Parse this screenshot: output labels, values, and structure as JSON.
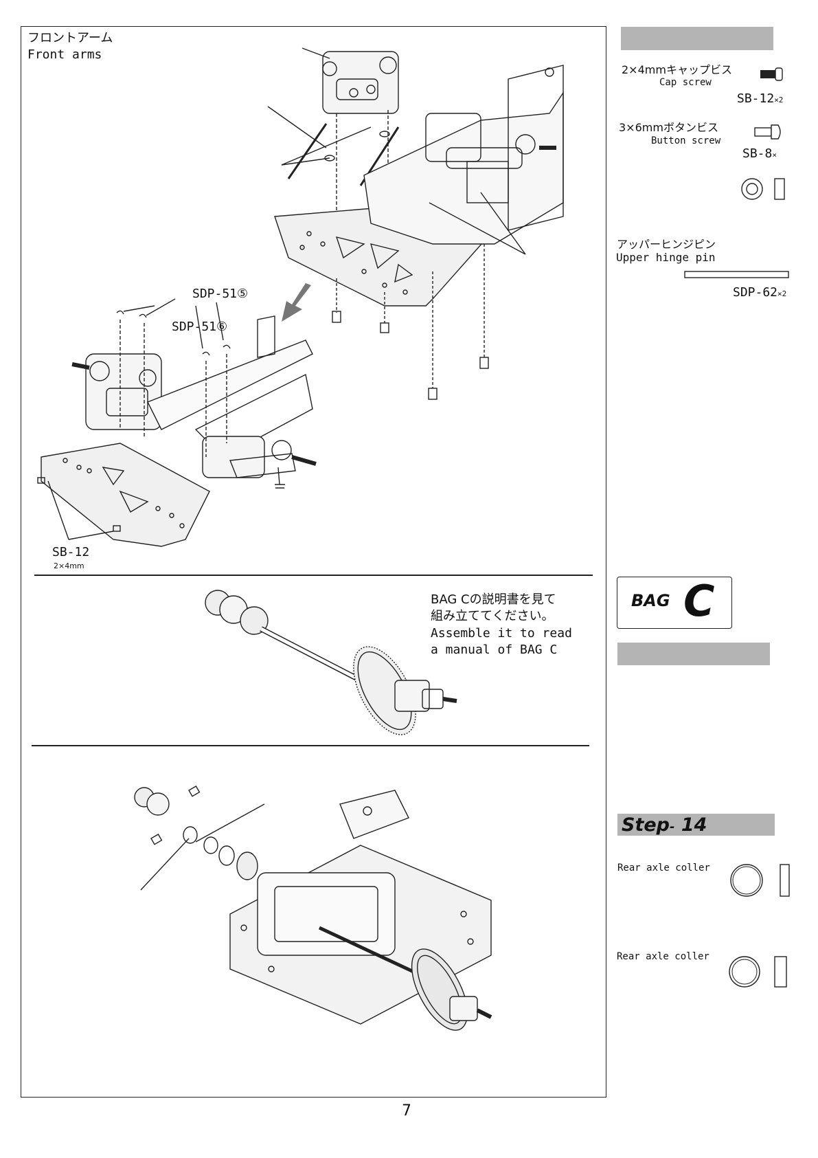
{
  "section_front": {
    "title_jp": "フロントアーム",
    "title_en": "Front arms"
  },
  "callouts": {
    "sdp51_5": "SDP-51⑤",
    "sdp51_6": "SDP-51⑥",
    "sb12": "SB-12",
    "sb12_size": "2×4mm"
  },
  "bag_section": {
    "note_jp_1": "BAG Cの説明書を見て",
    "note_jp_2": "組み立ててください。",
    "note_en_1": "Assemble it to read",
    "note_en_2": "a manual of BAG C",
    "badge_word": "BAG",
    "badge_letter": "C"
  },
  "parts_sidebar": {
    "items": [
      {
        "name_jp": "2×4mmキャップビス",
        "name_en": "Cap screw",
        "code": "SB-12",
        "qty": "×2",
        "icon": "cap-screw-icon"
      },
      {
        "name_jp": "3×6mmボタンビス",
        "name_en": "Button screw",
        "code": "SB-8",
        "qty": "×",
        "icon": "button-screw-icon"
      },
      {
        "name_jp": "",
        "name_en": "",
        "code": "",
        "qty": "",
        "icon": "washer-icon"
      },
      {
        "name_jp": "アッパーヒンジピン",
        "name_en": "Upper hinge pin",
        "code": "SDP-62",
        "qty": "×2",
        "icon": "hinge-pin-icon"
      }
    ]
  },
  "step14": {
    "label_word": "Step",
    "label_dash": "-",
    "label_num": "14",
    "parts": [
      {
        "name": "Rear axle coller",
        "icon": "collar-icon"
      },
      {
        "name": "Rear axle coller",
        "icon": "collar-icon"
      }
    ]
  },
  "page_number": "7"
}
